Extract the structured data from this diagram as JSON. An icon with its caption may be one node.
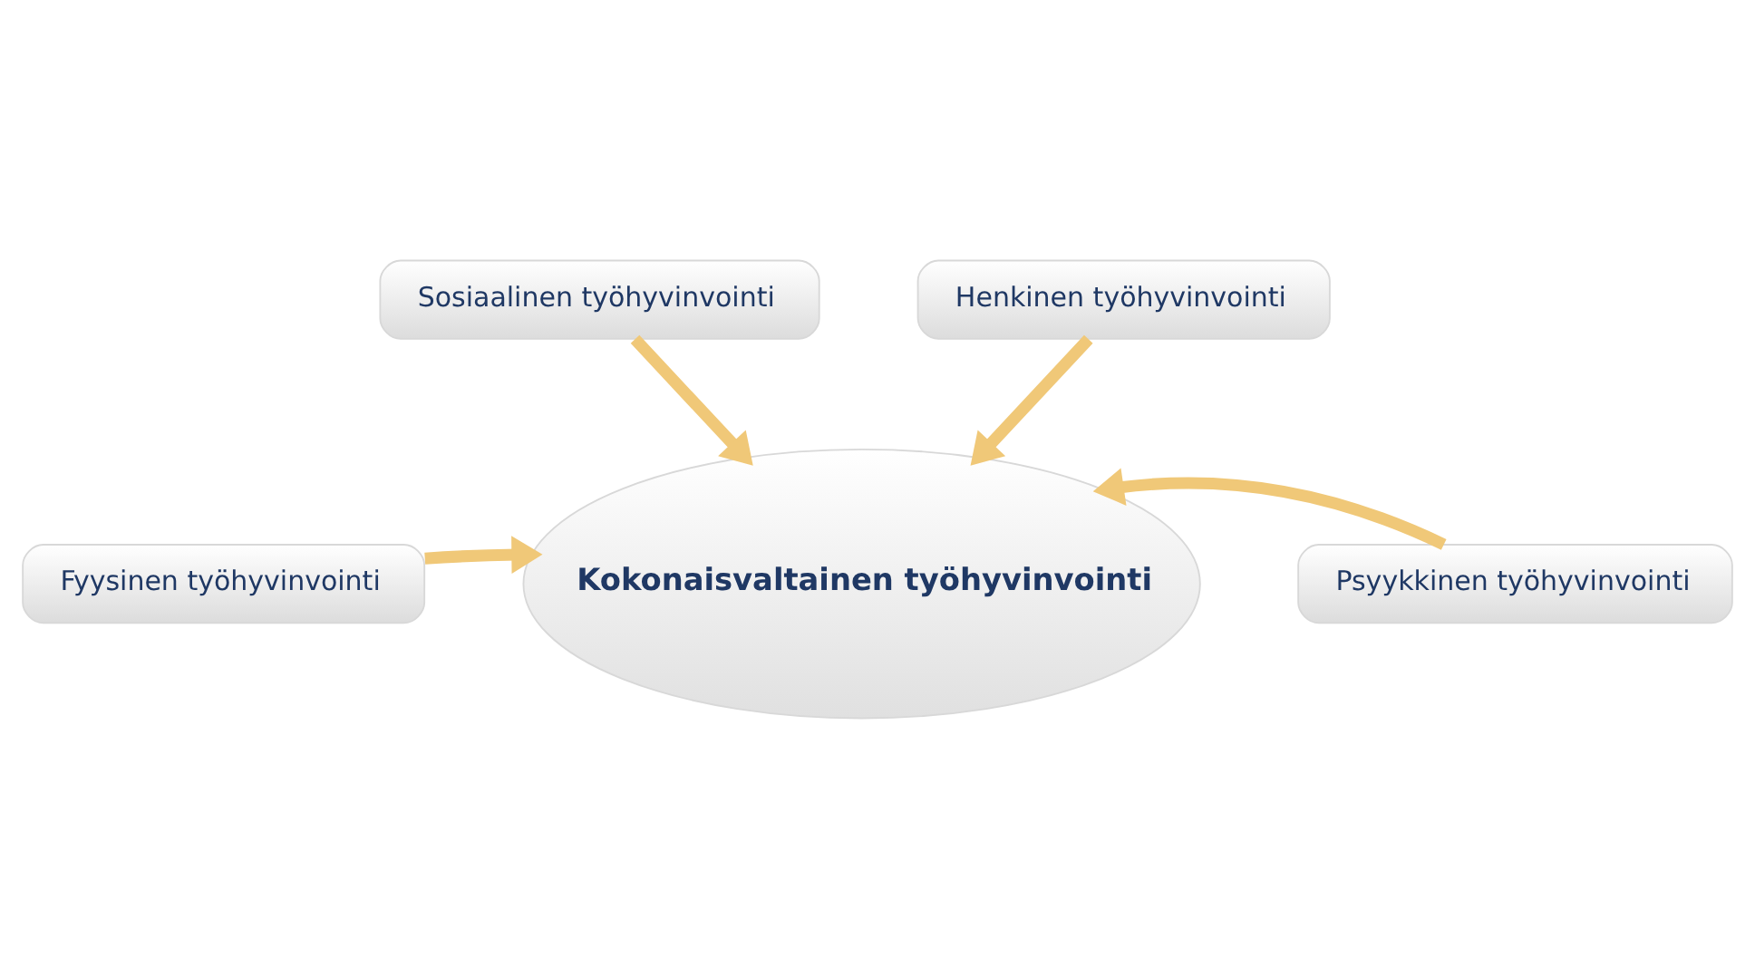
{
  "diagram": {
    "nodes": [
      {
        "text": [
          "Sosiaalinen työhyvinvointi"
        ]
      },
      {
        "text": [
          "Henkinen työhyvinvointi"
        ]
      },
      {
        "text": [
          "Fyysinen työhyvinvointi"
        ]
      },
      {
        "text": [
          "Psyykkinen työhyvinvointi"
        ]
      },
      {
        "text": [
          "Kokonaisvaltainen työhyvinvointi"
        ]
      }
    ],
    "edges": [
      {
        "from": 0,
        "to": 4,
        "arrow": "to"
      },
      {
        "from": 1,
        "to": 4,
        "arrow": "to"
      },
      {
        "from": 2,
        "to": 4,
        "arrow": "to"
      },
      {
        "from": 3,
        "to": 4,
        "arrow": "to"
      }
    ]
  }
}
